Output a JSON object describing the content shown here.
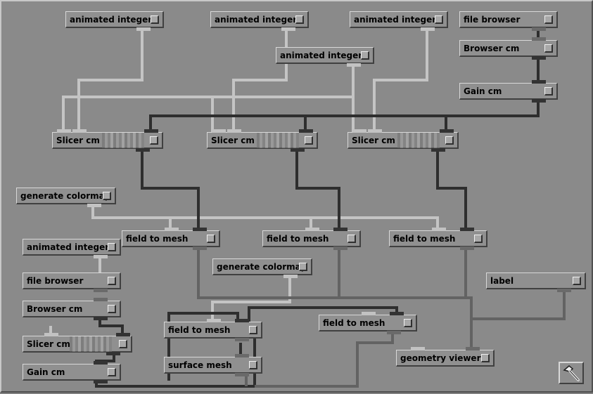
{
  "window": {
    "title": ""
  },
  "modules": {
    "ai1": "animated integer",
    "ai2": "animated integer",
    "ai3": "animated integer",
    "ai4": "animated integer",
    "fb1": "file browser",
    "bc1": "Browser cm",
    "gain1": "Gain cm",
    "slicer1": "Slicer cm",
    "slicer2": "Slicer cm",
    "slicer3": "Slicer cm",
    "gencm1": "generate colormap",
    "ftm1": "field to mesh",
    "ftm2": "field to mesh",
    "ftm3": "field to mesh",
    "ai5": "animated integer",
    "gencm2": "generate colormap",
    "label": "label",
    "fb2": "file browser",
    "bc2": "Browser cm",
    "slicer4": "Slicer cm",
    "gain2": "Gain cm",
    "ftm4": "field to mesh",
    "ftm5": "field to mesh",
    "surface": "surface mesh",
    "viewer": "geometry viewer"
  },
  "colors": {
    "background": "#8a8a8a",
    "module": "#909090",
    "wire_light": "#c4c4c4",
    "wire_dark": "#2e2e2e",
    "wire_mid": "#636363"
  },
  "icons": {
    "tool": "hammer-icon",
    "module_toggle": "square-button-icon"
  }
}
